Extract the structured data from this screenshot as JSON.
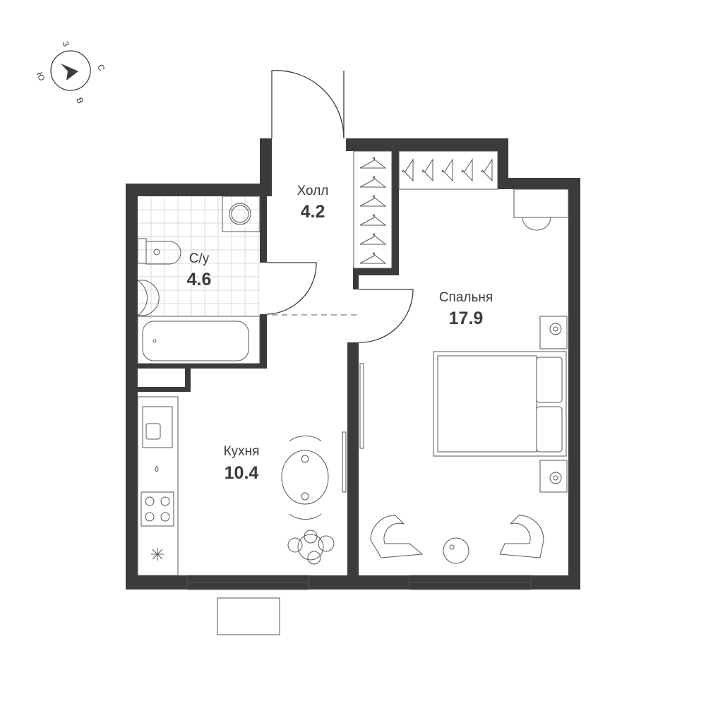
{
  "compass": {
    "north": "С",
    "east": "В",
    "south": "Ю",
    "west": "З"
  },
  "rooms": {
    "hall": {
      "name": "Холл",
      "area": "4.2"
    },
    "bathroom": {
      "name": "С/у",
      "area": "4.6"
    },
    "kitchen": {
      "name": "Кухня",
      "area": "10.4"
    },
    "bedroom": {
      "name": "Спальня",
      "area": "17.9"
    }
  },
  "colors": {
    "wall": "#3b3b3b",
    "tile": "#d8d8d8"
  }
}
